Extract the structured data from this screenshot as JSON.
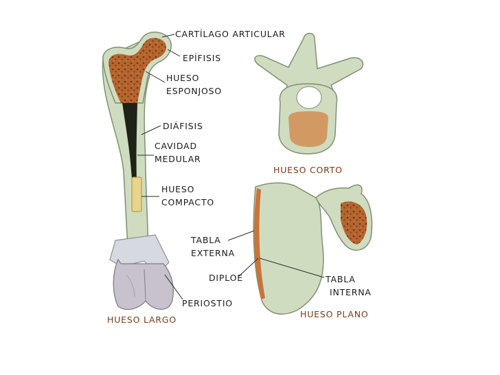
{
  "colors": {
    "bone": "#cfdcc0",
    "bone_shadow": "#9fb08e",
    "spongy": "#b5652f",
    "spongy_dark": "#6e3410",
    "marrow": "#1f2216",
    "compact_insert": "#e8d48a",
    "caption": "#7a3a16",
    "leader": "#2a2a2a"
  },
  "long_bone": {
    "caption": "HUESO LARGO",
    "labels": {
      "cartilage": "CARTÍLAGO ARTICULAR",
      "epiphysis": "EPÍFISIS",
      "spongy_line1": "HUESO",
      "spongy_line2": "ESPONJOSO",
      "diaphysis": "DIÁFISIS",
      "cavity_line1": "CAVIDAD",
      "cavity_line2": "MEDULAR",
      "compact_line1": "HUESO",
      "compact_line2": "COMPACTO",
      "periosteum": "PERIOSTIO"
    }
  },
  "short_bone": {
    "caption": "HUESO CORTO"
  },
  "flat_bone": {
    "caption": "HUESO PLANO",
    "labels": {
      "external_line1": "TABLA",
      "external_line2": "EXTERNA",
      "diploe": "DIPLOE",
      "internal_line1": "TABLA",
      "internal_line2": "INTERNA"
    }
  }
}
